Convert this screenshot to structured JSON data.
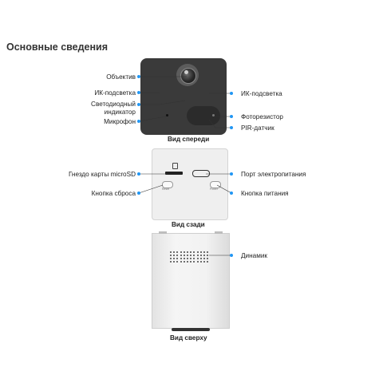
{
  "title": "Основные сведения",
  "accent_color": "#2196f3",
  "front_view": {
    "caption": "Вид спереди",
    "labels": {
      "lens": "Объектив",
      "ir_left": "ИК-подсветка",
      "led_line1": "Светодиодный",
      "led_line2": "индикатор",
      "mic": "Микрофон",
      "ir_right": "ИК-подсветка",
      "photoresistor": "Фоторезистор",
      "pir": "PIR-датчик"
    }
  },
  "back_view": {
    "caption": "Вид сзади",
    "labels": {
      "sd_slot": "Гнездо карты microSD",
      "reset": "Кнопка сброса",
      "power_port": "Порт электропитания",
      "power_button": "Кнопка питания"
    },
    "tiny_reset": "Reset",
    "tiny_power": "Power"
  },
  "top_view": {
    "caption": "Вид сверху",
    "labels": {
      "speaker": "Динамик"
    }
  }
}
